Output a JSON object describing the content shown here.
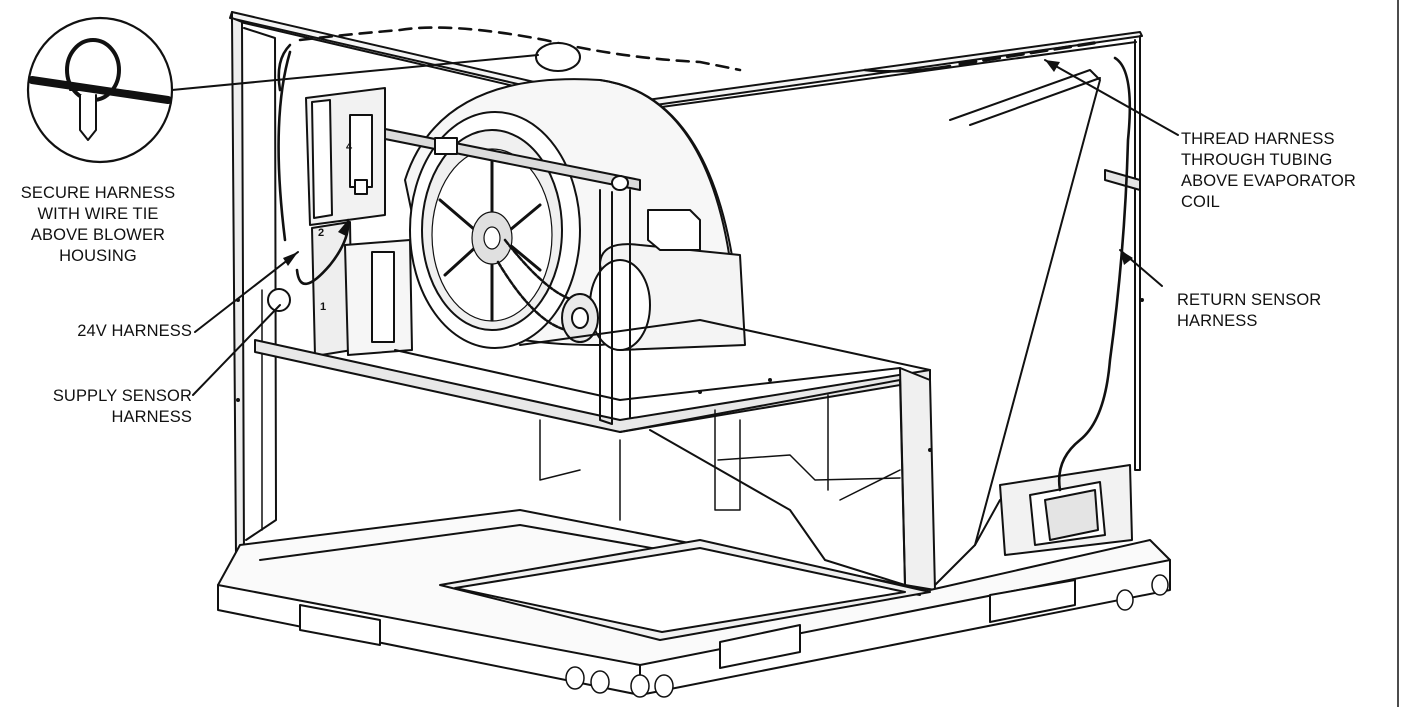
{
  "diagram": {
    "callouts": {
      "secure_harness": [
        "SECURE HARNESS",
        "WITH WIRE TIE",
        "ABOVE BLOWER",
        "HOUSING"
      ],
      "harness_24v": [
        "24V HARNESS"
      ],
      "supply_sensor": [
        "SUPPLY SENSOR",
        "HARNESS"
      ],
      "thread_harness": [
        "THREAD HARNESS",
        "THROUGH TUBING",
        "ABOVE EVAPORATOR",
        "COIL"
      ],
      "return_sensor": [
        "RETURN SENSOR",
        "HARNESS"
      ]
    },
    "part_numbers": [
      "2",
      "4",
      "1"
    ],
    "colors": {
      "line": "#111111",
      "background": "#ffffff",
      "fill_light": "#f2f2f2",
      "fill_mid": "#d9d9d9"
    }
  }
}
